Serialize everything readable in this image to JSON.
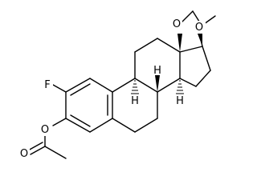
{
  "molecule": {
    "atom_labels": {
      "fluorine": "F",
      "oxygen_3_ester": "O",
      "oxygen_3_carbonyl": "O",
      "oxygen_17_ester": "O",
      "oxygen_17_carbonyl": "O",
      "hydrogen_8": "H",
      "hydrogen_9": "H",
      "hydrogen_14": "H"
    },
    "colors": {
      "bond": "#000000",
      "background": "#ffffff"
    }
  }
}
